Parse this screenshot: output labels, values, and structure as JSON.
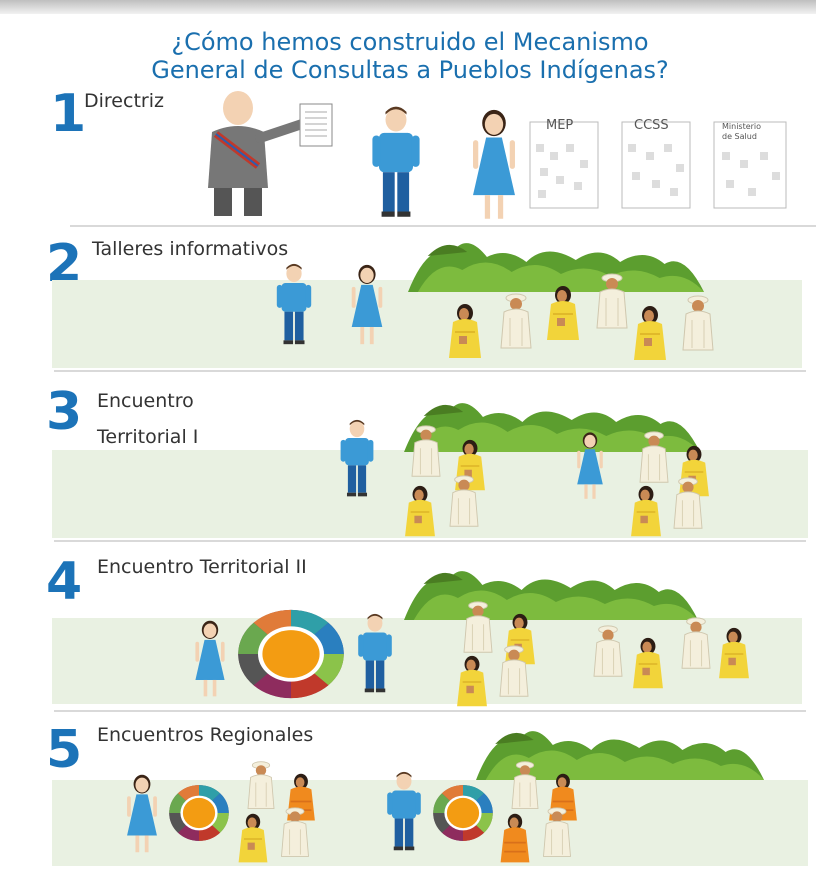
{
  "title": {
    "line1": "¿Cómo hemos construido el Mecanismo",
    "line2": "General de Consultas a Pueblos Indígenas?"
  },
  "steps": [
    {
      "number": "1",
      "label": "Directriz"
    },
    {
      "number": "2",
      "label": "Talleres informativos"
    },
    {
      "number": "3",
      "label_line1": "Encuentro",
      "label_line2": "Territorial I"
    },
    {
      "number": "4",
      "label": "Encuentro Territorial II"
    },
    {
      "number": "5",
      "label": "Encuentros Regionales"
    }
  ],
  "institutions": [
    "MEP",
    "CCSS",
    "Ministerio de Salud"
  ],
  "colors": {
    "title": "#1a6fae",
    "number": "#1c73b8",
    "band": "#e9f1e2",
    "shirt": "#3b9ad6",
    "hills": "#5c9e2f",
    "indigenous_yellow": "#f2d43a",
    "indigenous_cream": "#f4efdc",
    "indigenous_orange": "#f08a1e"
  }
}
